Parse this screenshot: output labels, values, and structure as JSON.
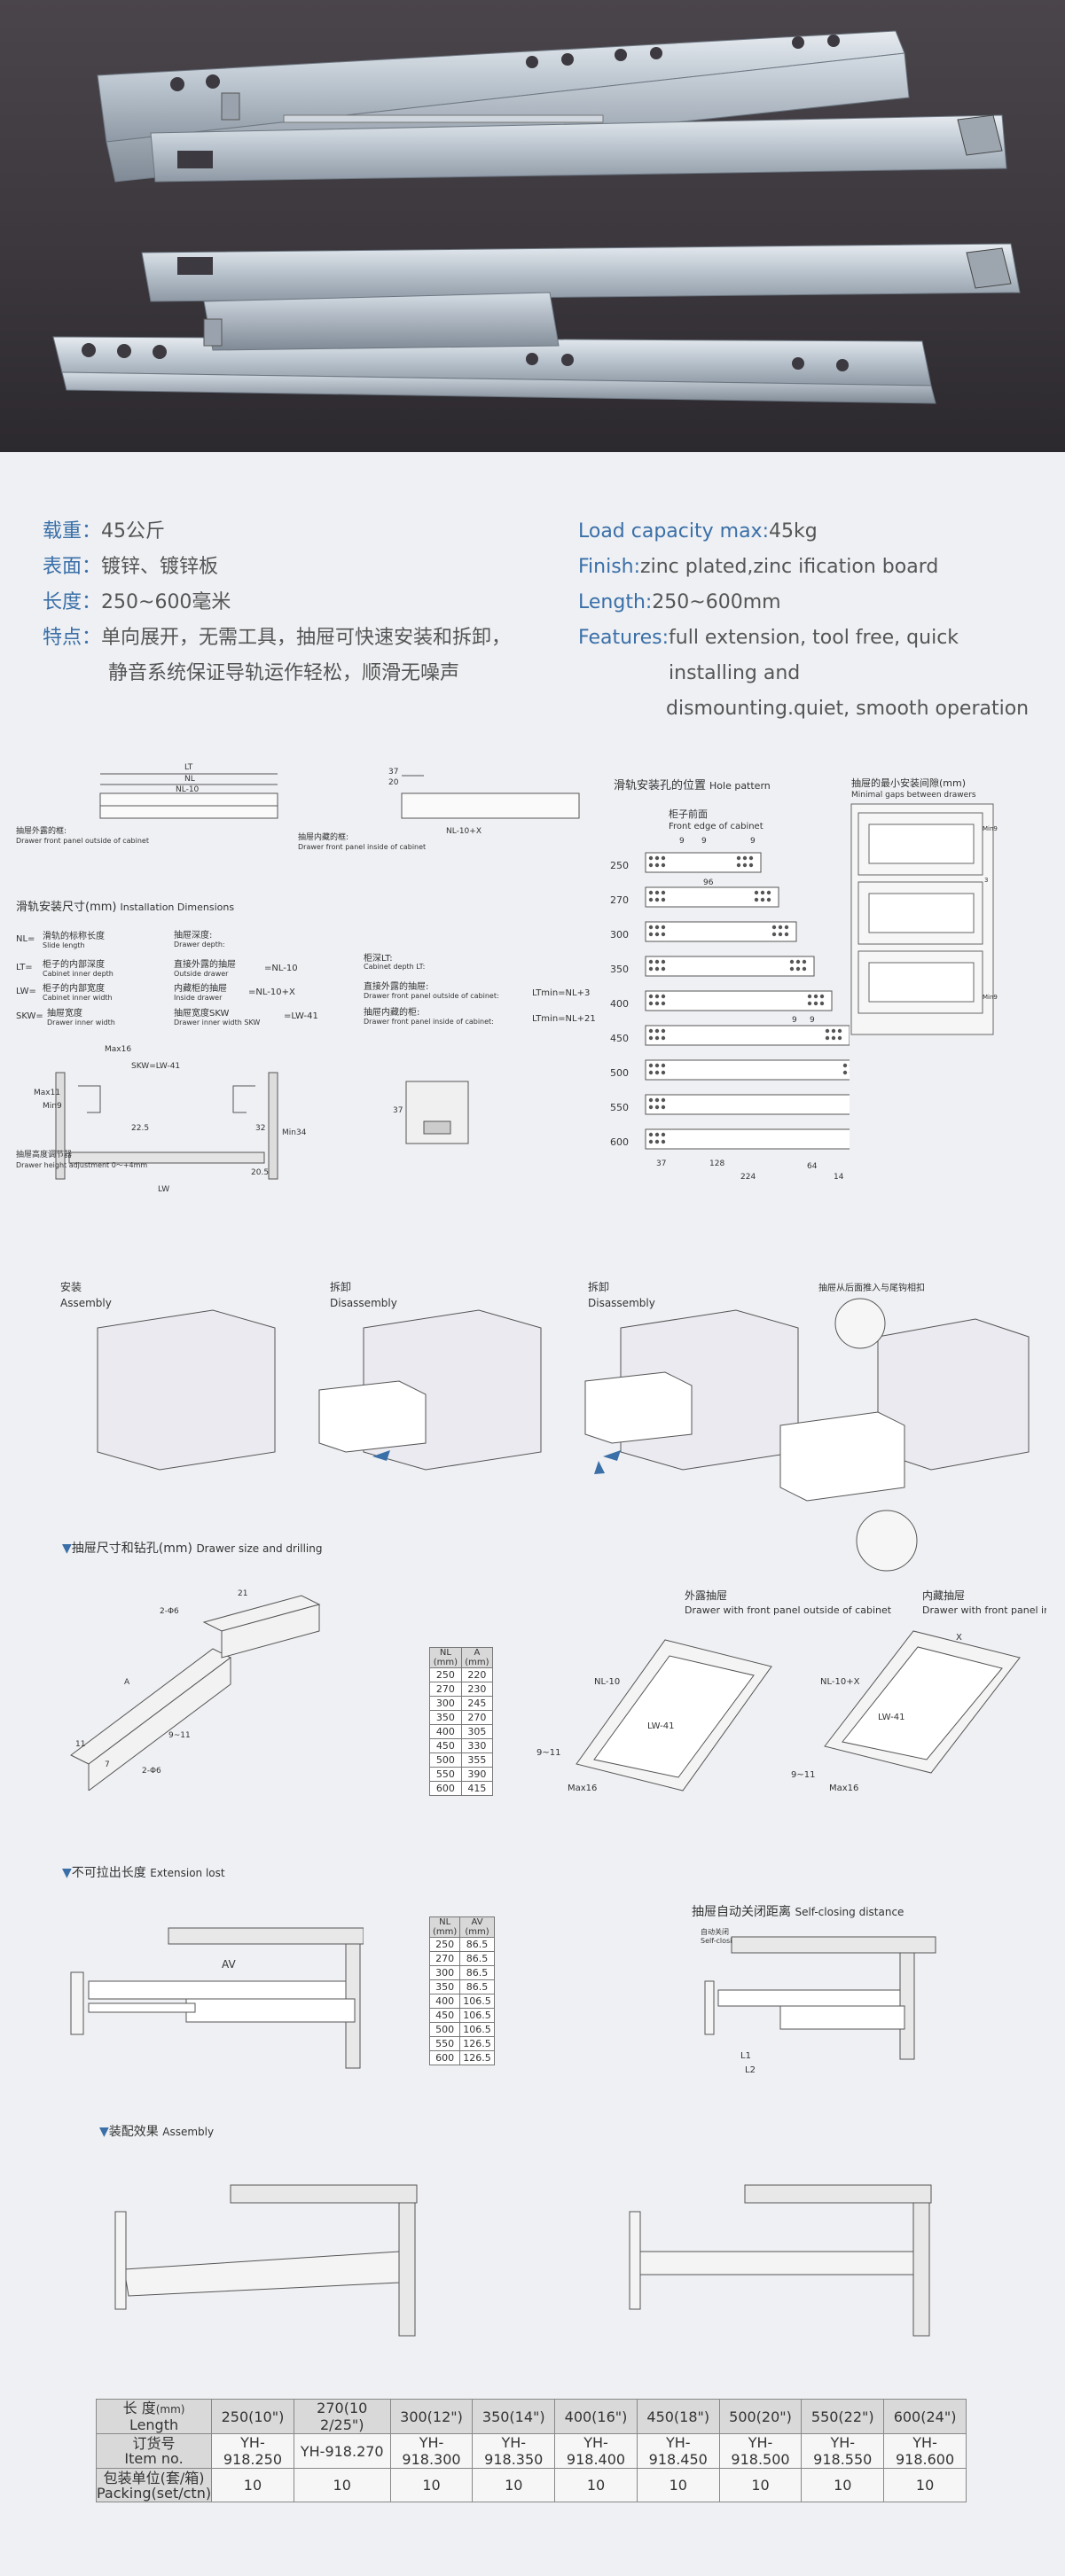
{
  "specs_zh": [
    {
      "label": "载重：",
      "value": "45公斤"
    },
    {
      "label": "表面：",
      "value": "镀锌、镀锌板"
    },
    {
      "label": "长度：",
      "value": "250~600毫米"
    },
    {
      "label": "特点：",
      "value": "单向展开，无需工具，抽屉可快速安装和拆卸，",
      "value2": "静音系统保证导轨运作轻松，顺滑无噪声"
    }
  ],
  "specs_en": [
    {
      "label": "Load capacity max: ",
      "value": "45kg"
    },
    {
      "label": "Finish: ",
      "value": "zinc plated,zinc ification board"
    },
    {
      "label": "Length: ",
      "value": "250~600mm"
    },
    {
      "label": "Features: ",
      "value": "full extension, tool free, quick installing and",
      "value2": "dismounting.quiet, smooth operation"
    }
  ],
  "install": {
    "title_zh": "滑轨安装尺寸(mm)",
    "title_en": "Installation Dimensions",
    "front_out_zh": "抽屉外露的框:",
    "front_out_en": "Drawer front panel outside of cabinet",
    "front_in_zh": "抽屉内藏的框:",
    "front_in_en": "Drawer front panel inside of cabinet",
    "defs": [
      {
        "k": "NL=",
        "zh": "滑轨的标称长度",
        "en": "Slide length"
      },
      {
        "k": "LT=",
        "zh": "柜子的内部深度",
        "en": "Cabinet inner depth"
      },
      {
        "k": "LW=",
        "zh": "柜子的内部宽度",
        "en": "Cabinet inner width"
      },
      {
        "k": "SKW=",
        "zh": "抽屉宽度",
        "en": "Drawer inner width"
      }
    ],
    "defs2": [
      {
        "zh": "抽屉深度:",
        "en": "Drawer depth:",
        "f": ""
      },
      {
        "zh": "直接外露的抽屉",
        "en": "Outside drawer",
        "f": "=NL-10"
      },
      {
        "zh": "内藏柜的抽屉",
        "en": "Inside drawer",
        "f": "=NL-10+X"
      },
      {
        "zh": "抽屉宽度SKW",
        "en": "Drawer inner width SKW",
        "f": "=LW-41"
      }
    ],
    "defs3": [
      {
        "zh": "柜深LT:",
        "en": "Cabinet depth LT:",
        "f": ""
      },
      {
        "zh": "直接外露的抽屉:",
        "en": "Drawer front panel outside of cabinet:",
        "f": "LTmin=NL+3"
      },
      {
        "zh": "抽屉内藏的柜:",
        "en": "Drawer front panel inside of cabinet:",
        "f": "LTmin=NL+21"
      }
    ],
    "dim_labels": [
      "LT",
      "NL",
      "NL-10",
      "37",
      "20",
      "NL-10+X",
      "Max16",
      "SKW=LW-41",
      "LW",
      "Max11",
      "Min9",
      "22.5",
      "32",
      "Min34",
      "20.5",
      "37"
    ],
    "height_adj_zh": "抽屉高度调节器",
    "height_adj_en": "Drawer height adjustment 0～+4mm"
  },
  "holes": {
    "title_zh": "滑轨安装孔的位置",
    "title_en": "Hole pattern",
    "front_zh": "柜子前面",
    "front_en": "Front edge of cabinet",
    "lengths": [
      "250",
      "270",
      "300",
      "350",
      "400",
      "450",
      "500",
      "550",
      "600"
    ],
    "dims": [
      "9",
      "9",
      "9",
      "96",
      "9",
      "9",
      "37",
      "128",
      "224",
      "64",
      "14"
    ]
  },
  "gaps": {
    "title_zh": "抽屉的最小安装间隙(mm)",
    "title_en": "Minimal gaps between drawers",
    "labels": [
      "Min9",
      "3",
      "Min9"
    ]
  },
  "steps": [
    {
      "zh": "安装",
      "en": "Assembly"
    },
    {
      "zh": "拆卸",
      "en": "Disassembly"
    },
    {
      "zh": "拆卸",
      "en": "Disassembly"
    },
    {
      "zh": "抽屉从后面推入与尾钩相扣",
      "en": ""
    }
  ],
  "drawer_size": {
    "title_zh": "抽屉尺寸和钻孔(mm)",
    "title_en": "Drawer size and drilling",
    "headers": [
      "NL (mm)",
      "A (mm)"
    ],
    "rows": [
      [
        "250",
        "220"
      ],
      [
        "270",
        "230"
      ],
      [
        "300",
        "245"
      ],
      [
        "350",
        "270"
      ],
      [
        "400",
        "305"
      ],
      [
        "450",
        "330"
      ],
      [
        "500",
        "355"
      ],
      [
        "550",
        "390"
      ],
      [
        "600",
        "415"
      ]
    ],
    "outside_zh": "外露抽屉",
    "outside_en": "Drawer with front panel outside of cabinet",
    "inside_zh": "内藏抽屉",
    "inside_en": "Drawer with front panel inside of cabinet",
    "labels": [
      "2-Φ6",
      "21",
      "A",
      "11",
      "9~11",
      "7",
      "2-Φ6",
      "NL-10",
      "LW-41",
      "Max16",
      "9~11",
      "NL-10+X",
      "X",
      "LW-41",
      "Max16",
      "9~11"
    ]
  },
  "ext_lost": {
    "title_zh": "不可拉出长度",
    "title_en": "Extension lost",
    "headers": [
      "NL (mm)",
      "AV (mm)"
    ],
    "rows": [
      [
        "250",
        "86.5"
      ],
      [
        "270",
        "86.5"
      ],
      [
        "300",
        "86.5"
      ],
      [
        "350",
        "86.5"
      ],
      [
        "400",
        "106.5"
      ],
      [
        "450",
        "106.5"
      ],
      [
        "500",
        "106.5"
      ],
      [
        "550",
        "126.5"
      ],
      [
        "600",
        "126.5"
      ]
    ],
    "av_label": "AV"
  },
  "self_closing": {
    "title_zh": "抽屉自动关闭距离",
    "title_en": "Self-closing distance",
    "label_zh": "自动关闭",
    "label_en": "Self-closing",
    "l1": "L1",
    "l2": "L2"
  },
  "assembly": {
    "title_zh": "装配效果",
    "title_en": "Assembly"
  },
  "product_table": {
    "length_zh": "长 度",
    "length_en": "Length",
    "length_unit": "(mm)",
    "item_zh": "订货号",
    "item_en": "Item no.",
    "pack_zh": "包装单位(套/箱)",
    "pack_en": "Packing(set/ctn)",
    "lengths": [
      "250(10\")",
      "270(10 2/25\")",
      "300(12\")",
      "350(14\")",
      "400(16\")",
      "450(18\")",
      "500(20\")",
      "550(22\")",
      "600(24\")"
    ],
    "items": [
      "YH-918.250",
      "YH-918.270",
      "YH-918.300",
      "YH-918.350",
      "YH-918.400",
      "YH-918.450",
      "YH-918.500",
      "YH-918.550",
      "YH-918.600"
    ],
    "packing": [
      "10",
      "10",
      "10",
      "10",
      "10",
      "10",
      "10",
      "10",
      "10"
    ]
  }
}
